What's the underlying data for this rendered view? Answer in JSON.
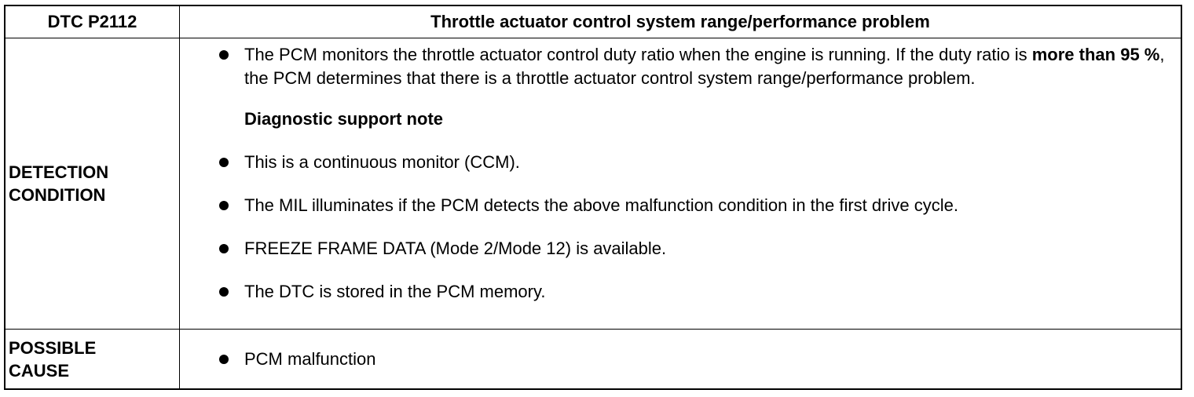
{
  "header": {
    "dtc_code": "DTC P2112",
    "dtc_title": "Throttle actuator control system range/performance problem"
  },
  "detection": {
    "label_line1": "DETECTION",
    "label_line2": "CONDITION",
    "item1_part1": "The PCM monitors the throttle actuator control duty ratio when the engine is running. If the duty ratio is ",
    "item1_bold": "more than 95 %",
    "item1_part2": ", the PCM determines that there is a throttle actuator control system range/performance problem.",
    "note_heading": "Diagnostic support note",
    "items": [
      "This is a continuous monitor (CCM).",
      "The MIL illuminates if the PCM detects the above malfunction condition in the first drive cycle.",
      "FREEZE FRAME DATA (Mode 2/Mode 12) is available.",
      "The DTC is stored in the PCM memory."
    ]
  },
  "possible_cause": {
    "label_line1": "POSSIBLE",
    "label_line2": "CAUSE",
    "items": [
      "PCM malfunction"
    ]
  }
}
